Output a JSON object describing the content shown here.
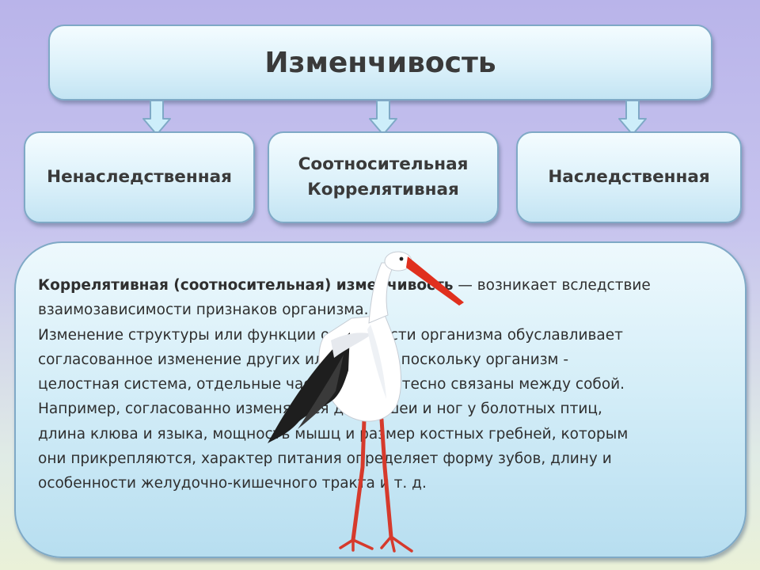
{
  "title": "Изменчивость",
  "categories": [
    {
      "label": "Ненаследственная"
    },
    {
      "label_line1": "Соотносительная",
      "label_line2": "Коррелятивная"
    },
    {
      "label": "Наследственная"
    }
  ],
  "description": {
    "term": "Коррелятивная (соотносительная) изменчивость",
    "term_tail": " —",
    "line1_rest": "  возникает вследствие",
    "line2": "взаимозависимости признаков организма.",
    "line3": "Изменение структуры или функции одной части организма обуславливает",
    "line4": "согласованное изменение других или других, поскольку организм -",
    "line5": "целостная система, отдельные части которой тесно связаны между собой.",
    "line6": "Например, согласованно изменяются длина шеи и ног у болотных птиц,",
    "line7": "длина клюва и языка, мощность мышц и размер костных гребней, которым",
    "line8": "они прикрепляются, характер питания определяет форму зубов, длину и",
    "line9": "особенности желудочно-кишечного тракта и т. д."
  },
  "colors": {
    "box_border": "#7fa9c6",
    "text": "#3a3a3a",
    "arrow_fill": "#cdeefa",
    "stork_beak": "#e0301e",
    "stork_legs": "#d63a2c"
  },
  "icons": {
    "arrows": "arrow-down-icon",
    "picture": "stork-image"
  }
}
